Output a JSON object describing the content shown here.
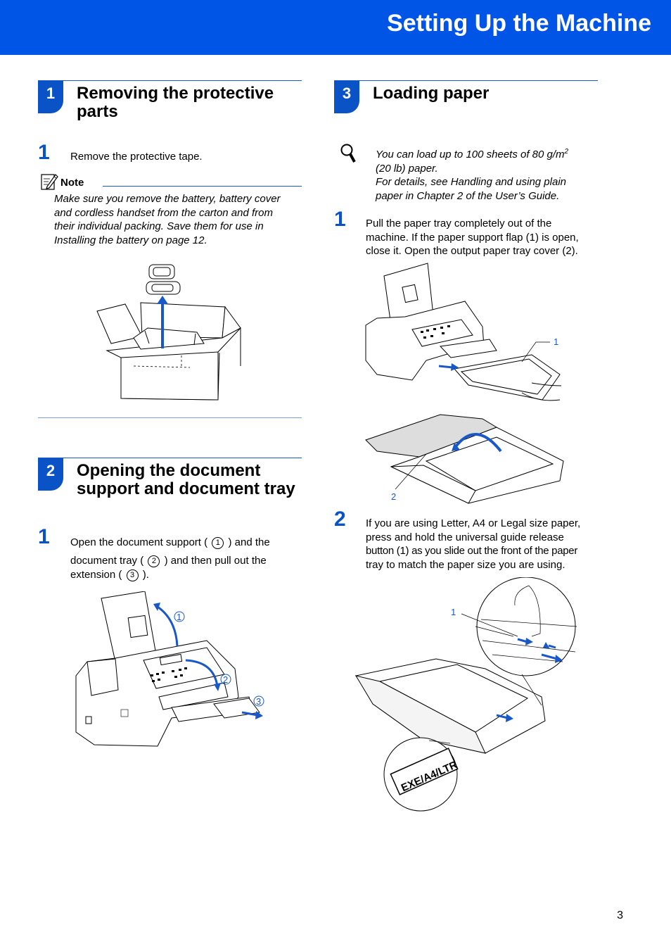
{
  "header": {
    "title": "Setting Up the Machine"
  },
  "section1": {
    "number": "1",
    "title_line1": "Removing the protective",
    "title_line2": "parts",
    "step1": {
      "number": "1",
      "text": "Remove the protective tape."
    },
    "note": {
      "label": "Note",
      "lines": [
        "Make sure you remove the battery, battery cover",
        "and cordless handset from the carton and from",
        "their individual packing. Save them for use in",
        "Installing the battery on page 12."
      ]
    }
  },
  "section2": {
    "number": "2",
    "title_line1": "Opening the document",
    "title_line2": "support and document tray",
    "step1": {
      "number": "1",
      "line1_a": "Open the document support (",
      "c1": "1",
      "line1_b": ") and the",
      "line2_a": "document tray (",
      "c2": "2",
      "line2_b": ") and then pull out the",
      "line3_a": "extension (",
      "c3": "3",
      "line3_b": ")."
    },
    "callouts": [
      "1",
      "2",
      "3"
    ]
  },
  "section3": {
    "number": "3",
    "title": "Loading paper",
    "tip": {
      "line1": "You can load up to 100 sheets of 80 g/m",
      "line1_sup": "2",
      "line2": "(20 lb) paper.",
      "line3": "For details, see Handling and using plain",
      "line4": "paper in Chapter 2 of the User’s Guide."
    },
    "step1": {
      "number": "1",
      "lines": [
        "Pull the paper tray completely out of the",
        "machine. If the paper support flap (1) is open,",
        "close it. Open the output paper tray cover (2)."
      ],
      "callout_a": "1",
      "callout_b": "2"
    },
    "step2": {
      "number": "2",
      "lines": [
        "If you are using Letter, A4 or Legal size paper,",
        "press and hold the universal guide release",
        "button (1) as you slide out the front of the paper",
        "tray to match the paper size you are using."
      ],
      "callout": "1",
      "label_text": "EXE/A4/LTR"
    }
  },
  "footer": {
    "page_number": "3"
  }
}
